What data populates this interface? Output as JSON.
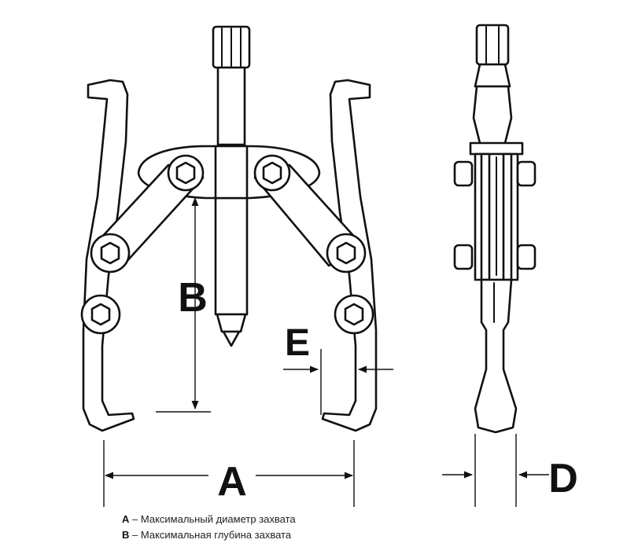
{
  "labels": {
    "a": "A",
    "b": "B",
    "d": "D",
    "e": "E"
  },
  "legend": [
    {
      "key": "A",
      "text": "– Максимальный диаметр захвата"
    },
    {
      "key": "B",
      "text": "– Максимальная глубина захвата"
    }
  ],
  "colors": {
    "line": "#111111",
    "background": "#ffffff"
  }
}
